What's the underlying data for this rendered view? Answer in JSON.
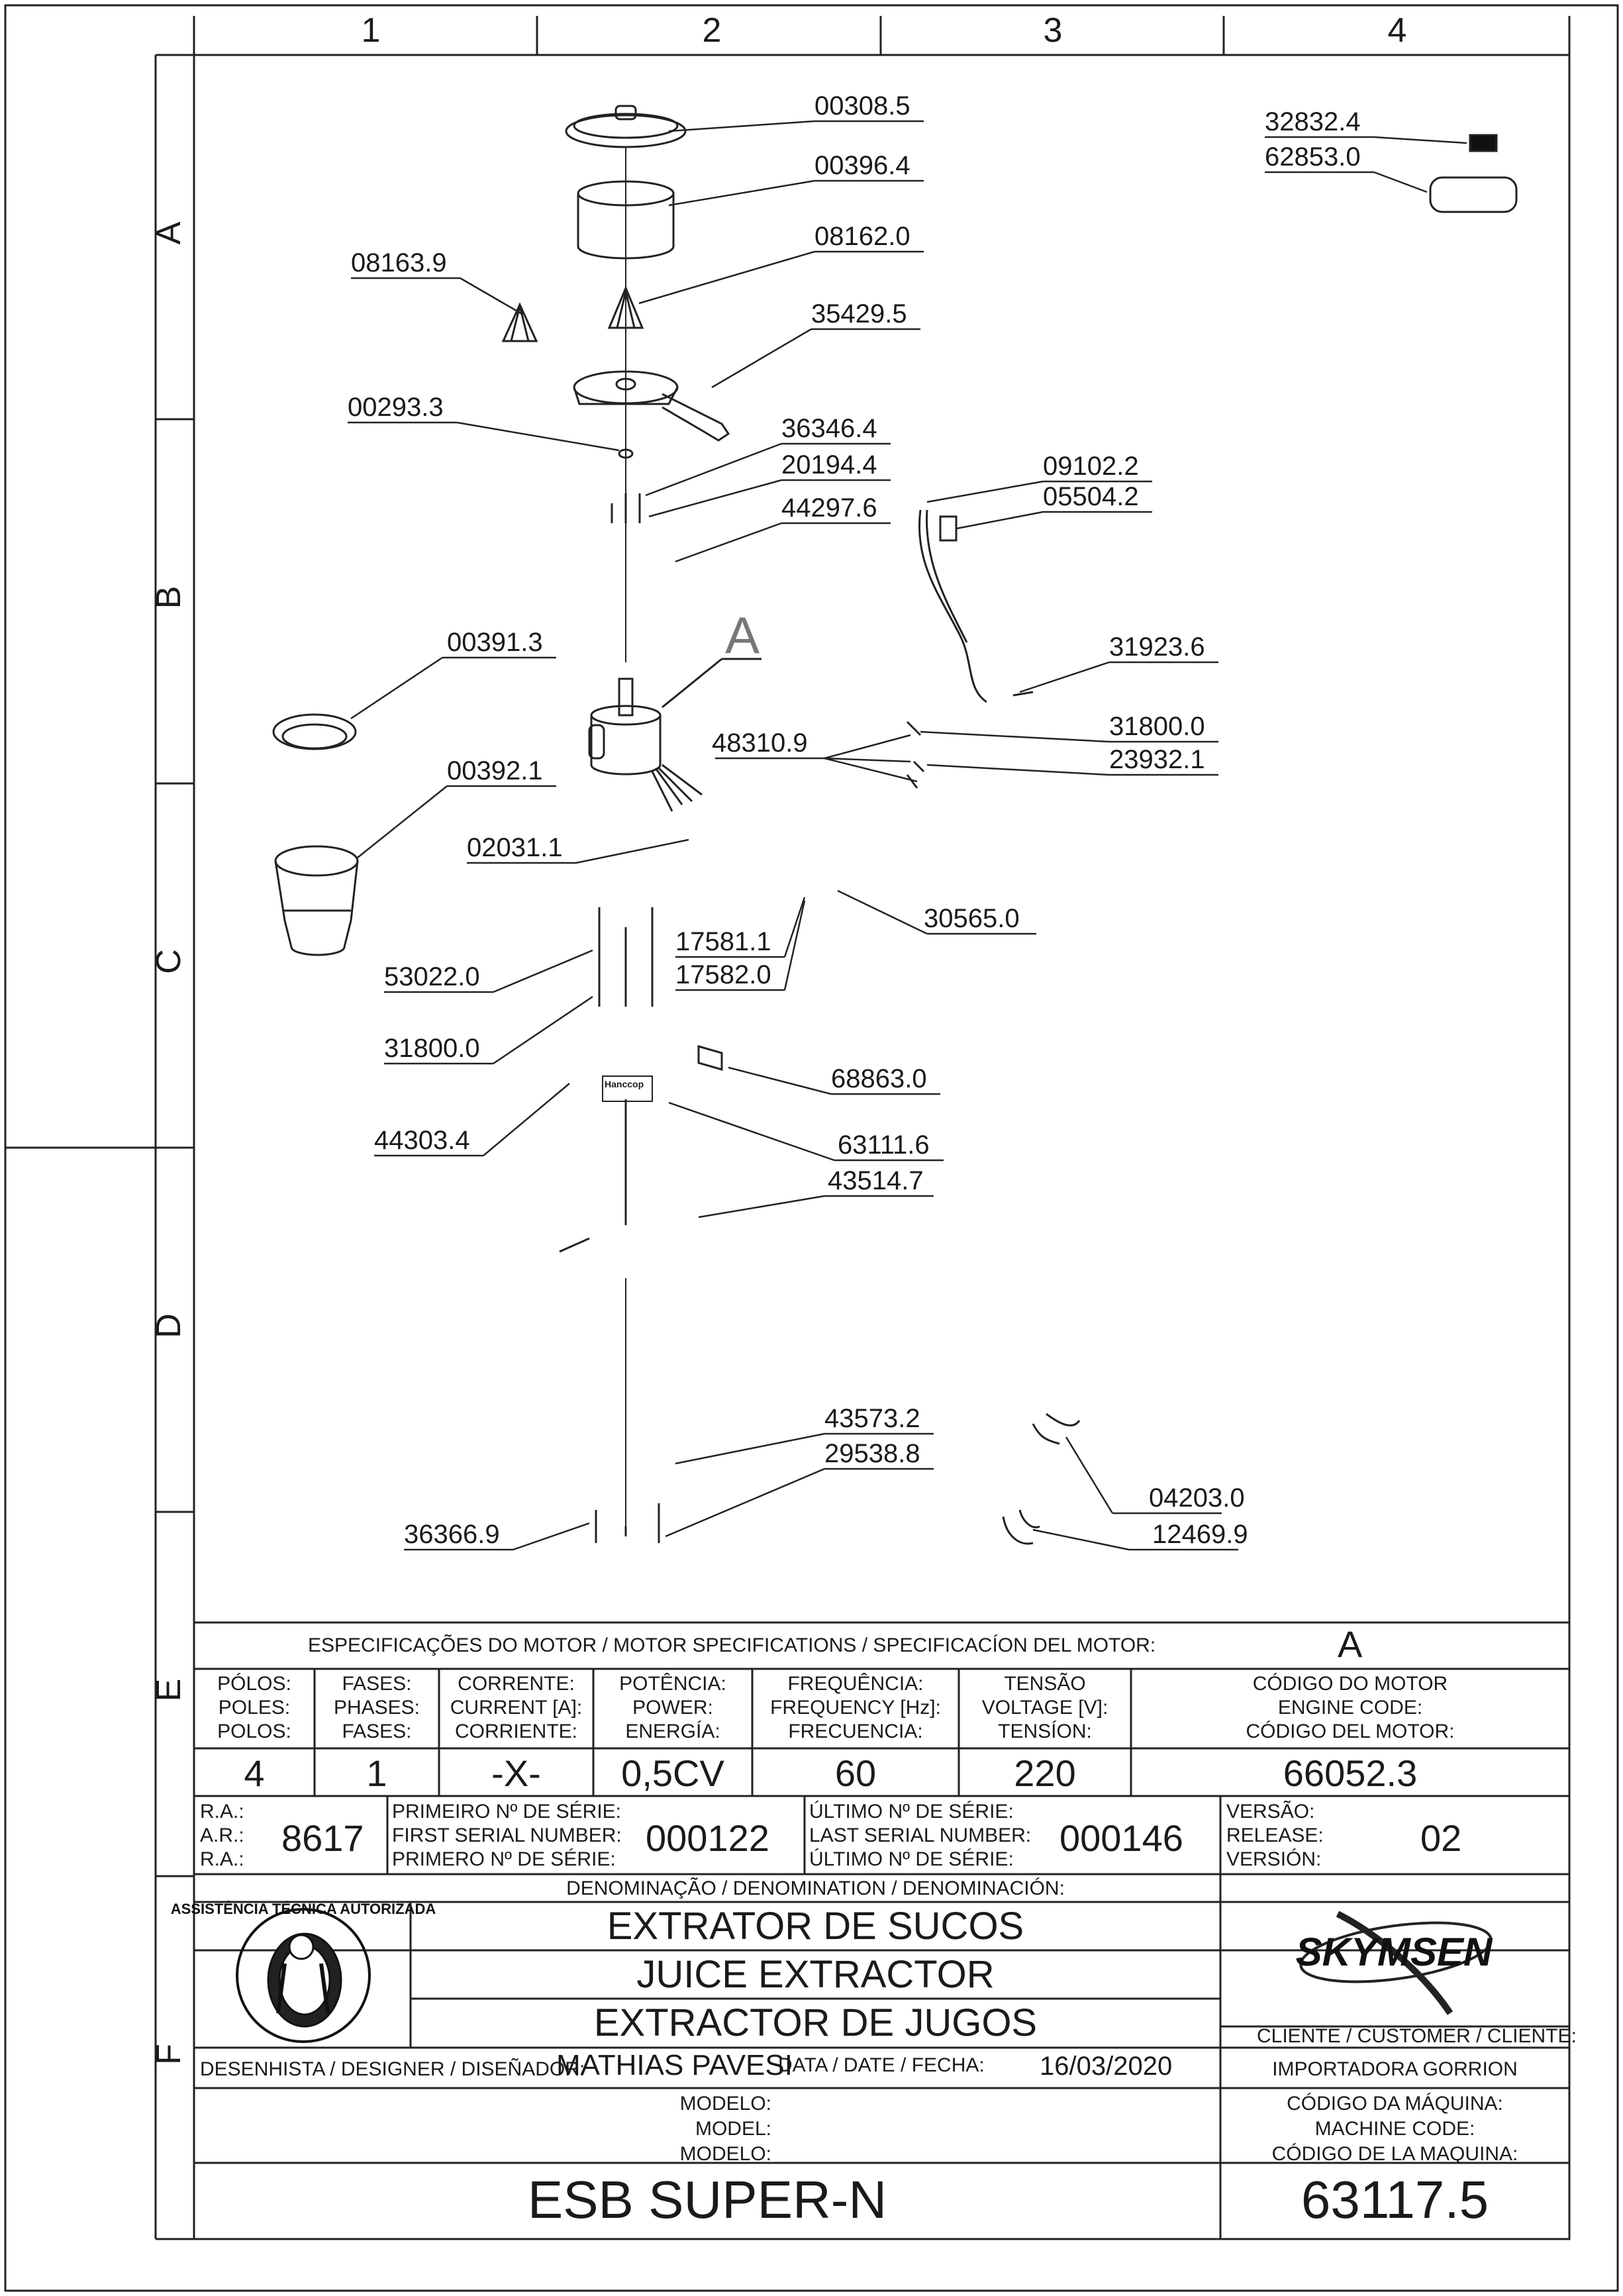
{
  "zones": {
    "columns": [
      "1",
      "2",
      "3",
      "4"
    ],
    "rows": [
      "A",
      "B",
      "C",
      "D",
      "E",
      "F"
    ]
  },
  "parts": [
    "00308.5",
    "00396.4",
    "08162.0",
    "08163.9",
    "35429.5",
    "00293.3",
    "36346.4",
    "20194.4",
    "44297.6",
    "09102.2",
    "05504.2",
    "31923.6",
    "31800.0",
    "23932.1",
    "48310.9",
    "00391.3",
    "00392.1",
    "02031.1",
    "30565.0",
    "17581.1",
    "17582.0",
    "53022.0",
    "31800.0",
    "68863.0",
    "44303.4",
    "63111.6",
    "43514.7",
    "43573.2",
    "29538.8",
    "04203.0",
    "36366.9",
    "12469.9",
    "32832.4",
    "62853.0"
  ],
  "detail_marker": "A",
  "sticker_text": "Hanccop",
  "motor_spec": {
    "title": "ESPECIFICAÇÕES DO MOTOR / MOTOR SPECIFICATIONS / SPECIFICACÍON DEL MOTOR:",
    "title_value": "A",
    "columns": [
      {
        "label": [
          "PÓLOS:",
          "POLES:",
          "POLOS:"
        ],
        "value": "4"
      },
      {
        "label": [
          "FASES:",
          "PHASES:",
          "FASES:"
        ],
        "value": "1"
      },
      {
        "label": [
          "CORRENTE:",
          "CURRENT [A]:",
          "CORRIENTE:"
        ],
        "value": "-X-"
      },
      {
        "label": [
          "POTÊNCIA:",
          "POWER:",
          "ENERGÍA:"
        ],
        "value": "0,5CV"
      },
      {
        "label": [
          "FREQUÊNCIA:",
          "FREQUENCY [Hz]:",
          "FRECUENCIA:"
        ],
        "value": "60"
      },
      {
        "label": [
          "TENSÃO",
          "VOLTAGE [V]:",
          "TENSÍON:"
        ],
        "value": "220"
      },
      {
        "label": [
          "CÓDIGO DO MOTOR",
          "ENGINE CODE:",
          "CÓDIGO DEL MOTOR:"
        ],
        "value": "66052.3"
      }
    ]
  },
  "ra": {
    "label": [
      "R.A.:",
      "A.R.:",
      "R.A.:"
    ],
    "value": "8617"
  },
  "first_serial": {
    "label": [
      "PRIMEIRO Nº DE SÉRIE:",
      "FIRST SERIAL NUMBER:",
      "PRIMERO Nº DE SÉRIE:"
    ],
    "value": "000122"
  },
  "last_serial": {
    "label": [
      "ÚLTIMO Nº DE SÉRIE:",
      "LAST SERIAL NUMBER:",
      "ÚLTIMO Nº DE SÉRIE:"
    ],
    "value": "000146"
  },
  "version": {
    "label": [
      "VERSÃO:",
      "RELEASE:",
      "VERSIÓN:"
    ],
    "value": "02"
  },
  "denomination": {
    "title": "DENOMINAÇÃO / DENOMINATION / DENOMINACIÓN:",
    "lines": [
      "EXTRATOR DE SUCOS",
      "JUICE EXTRACTOR",
      "EXTRACTOR DE JUGOS"
    ]
  },
  "designer": {
    "label": "DESENHISTA / DESIGNER / DISEÑADOR:",
    "value": "MATHIAS PAVESI"
  },
  "date": {
    "label": "DATA / DATE / FECHA:",
    "value": "16/03/2020"
  },
  "brand": "SKYMSEN",
  "customer": {
    "label": "CLIENTE / CUSTOMER / CLIENTE:",
    "value": "IMPORTADORA GORRION"
  },
  "model": {
    "label": [
      "MODELO:",
      "MODEL:",
      "MODELO:"
    ],
    "value": "ESB SUPER-N"
  },
  "machine_code": {
    "label": [
      "CÓDIGO DA MÁQUINA:",
      "MACHINE CODE:",
      "CÓDIGO DE LA MAQUINA:"
    ],
    "value": "63117.5"
  },
  "seal": {
    "text": "ASSISTÊNCIA TÉCNICA AUTORIZADA"
  }
}
